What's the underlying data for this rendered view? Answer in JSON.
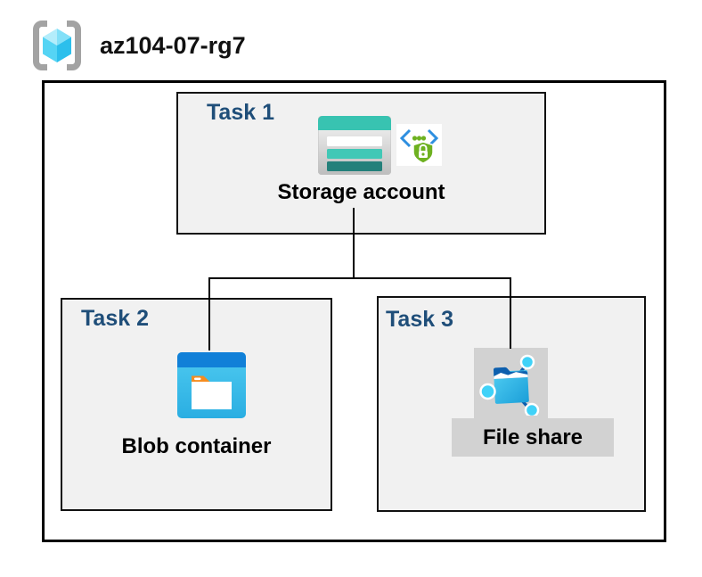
{
  "resource_group": {
    "name": "az104-07-rg7",
    "icon": "resource-group-icon"
  },
  "tasks": [
    {
      "label": "Task 1",
      "resource": "Storage account",
      "icons": [
        "storage-account-icon",
        "secure-access-sas-icon"
      ]
    },
    {
      "label": "Task 2",
      "resource": "Blob container",
      "icons": [
        "blob-container-icon"
      ]
    },
    {
      "label": "Task 3",
      "resource": "File share",
      "icons": [
        "file-share-icon"
      ],
      "selected_highlight": true
    }
  ],
  "connections": [
    {
      "from": "Storage account",
      "to": "Blob container"
    },
    {
      "from": "Storage account",
      "to": "File share"
    }
  ],
  "colors": {
    "task_label": "#1f4e79",
    "task_box_bg": "#f1f1f1",
    "box_border": "#000000",
    "selection_bg": "#d2d2d2",
    "storage_teal": "#38c3b1",
    "storage_teal_dark": "#24807a",
    "blob_header_blue": "#1180d8",
    "blob_body_cyan": "#3fc3ec",
    "blob_tab_orange": "#f68c1f",
    "fileshare_dark_blue": "#0d5fae",
    "fileshare_node_cyan": "#40d2f8",
    "sas_green": "#6eb120",
    "sas_bracket_blue": "#2e8fe0",
    "rg_bracket_gray": "#a3a3a3",
    "rg_cube_cyan": "#55d4f4",
    "connector": "#000000"
  }
}
